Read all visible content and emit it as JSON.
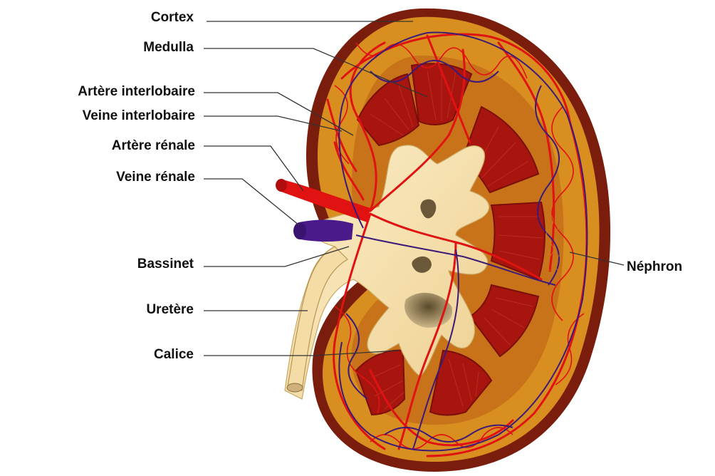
{
  "labels": {
    "cortex": "Cortex",
    "medulla": "Medulla",
    "artere_interlobaire": "Artère interlobaire",
    "veine_interlobaire": "Veine interlobaire",
    "artere_renale": "Artère rénale",
    "veine_renale": "Veine rénale",
    "bassinet": "Bassinet",
    "uretere": "Uretère",
    "calice": "Calice",
    "nephron": "Néphron"
  },
  "colors": {
    "capsule": "#7a1d0c",
    "cortex": "#d98f1f",
    "medulla_inner": "#c8731a",
    "pyramid": "#a8150f",
    "pelvis": "#f6e2ad",
    "artery": "#e01212",
    "vein": "#3d1a78",
    "renal_vein": "#4a1a8a",
    "cavity": "#7a6644"
  }
}
